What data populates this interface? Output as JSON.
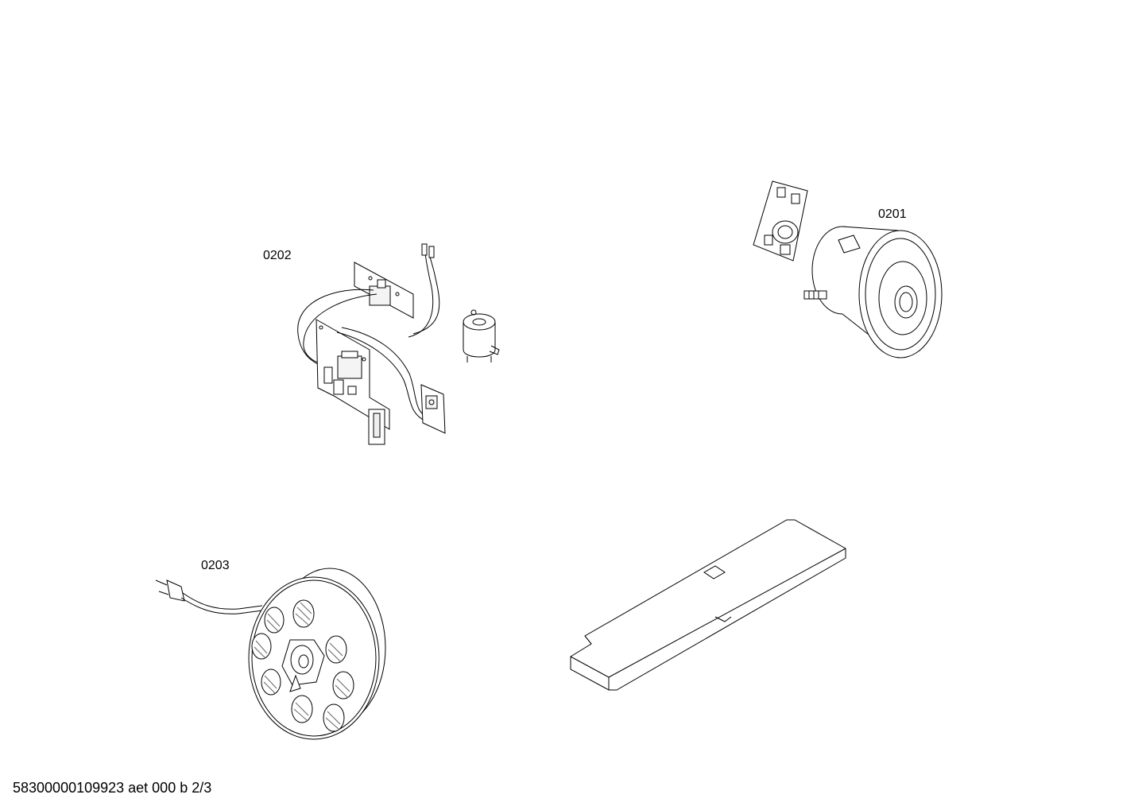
{
  "parts": [
    {
      "id": "0201",
      "label": "0201",
      "icon": "motor-icon"
    },
    {
      "id": "0202",
      "label": "0202",
      "icon": "circuit-board-wiring-icon"
    },
    {
      "id": "0203",
      "label": "0203",
      "icon": "cable-reel-icon"
    },
    {
      "id": "insulation-plate",
      "icon": "insulation-plate-icon"
    }
  ],
  "footer": {
    "document_id": "58300000109923 aet 000 b 2/3"
  }
}
